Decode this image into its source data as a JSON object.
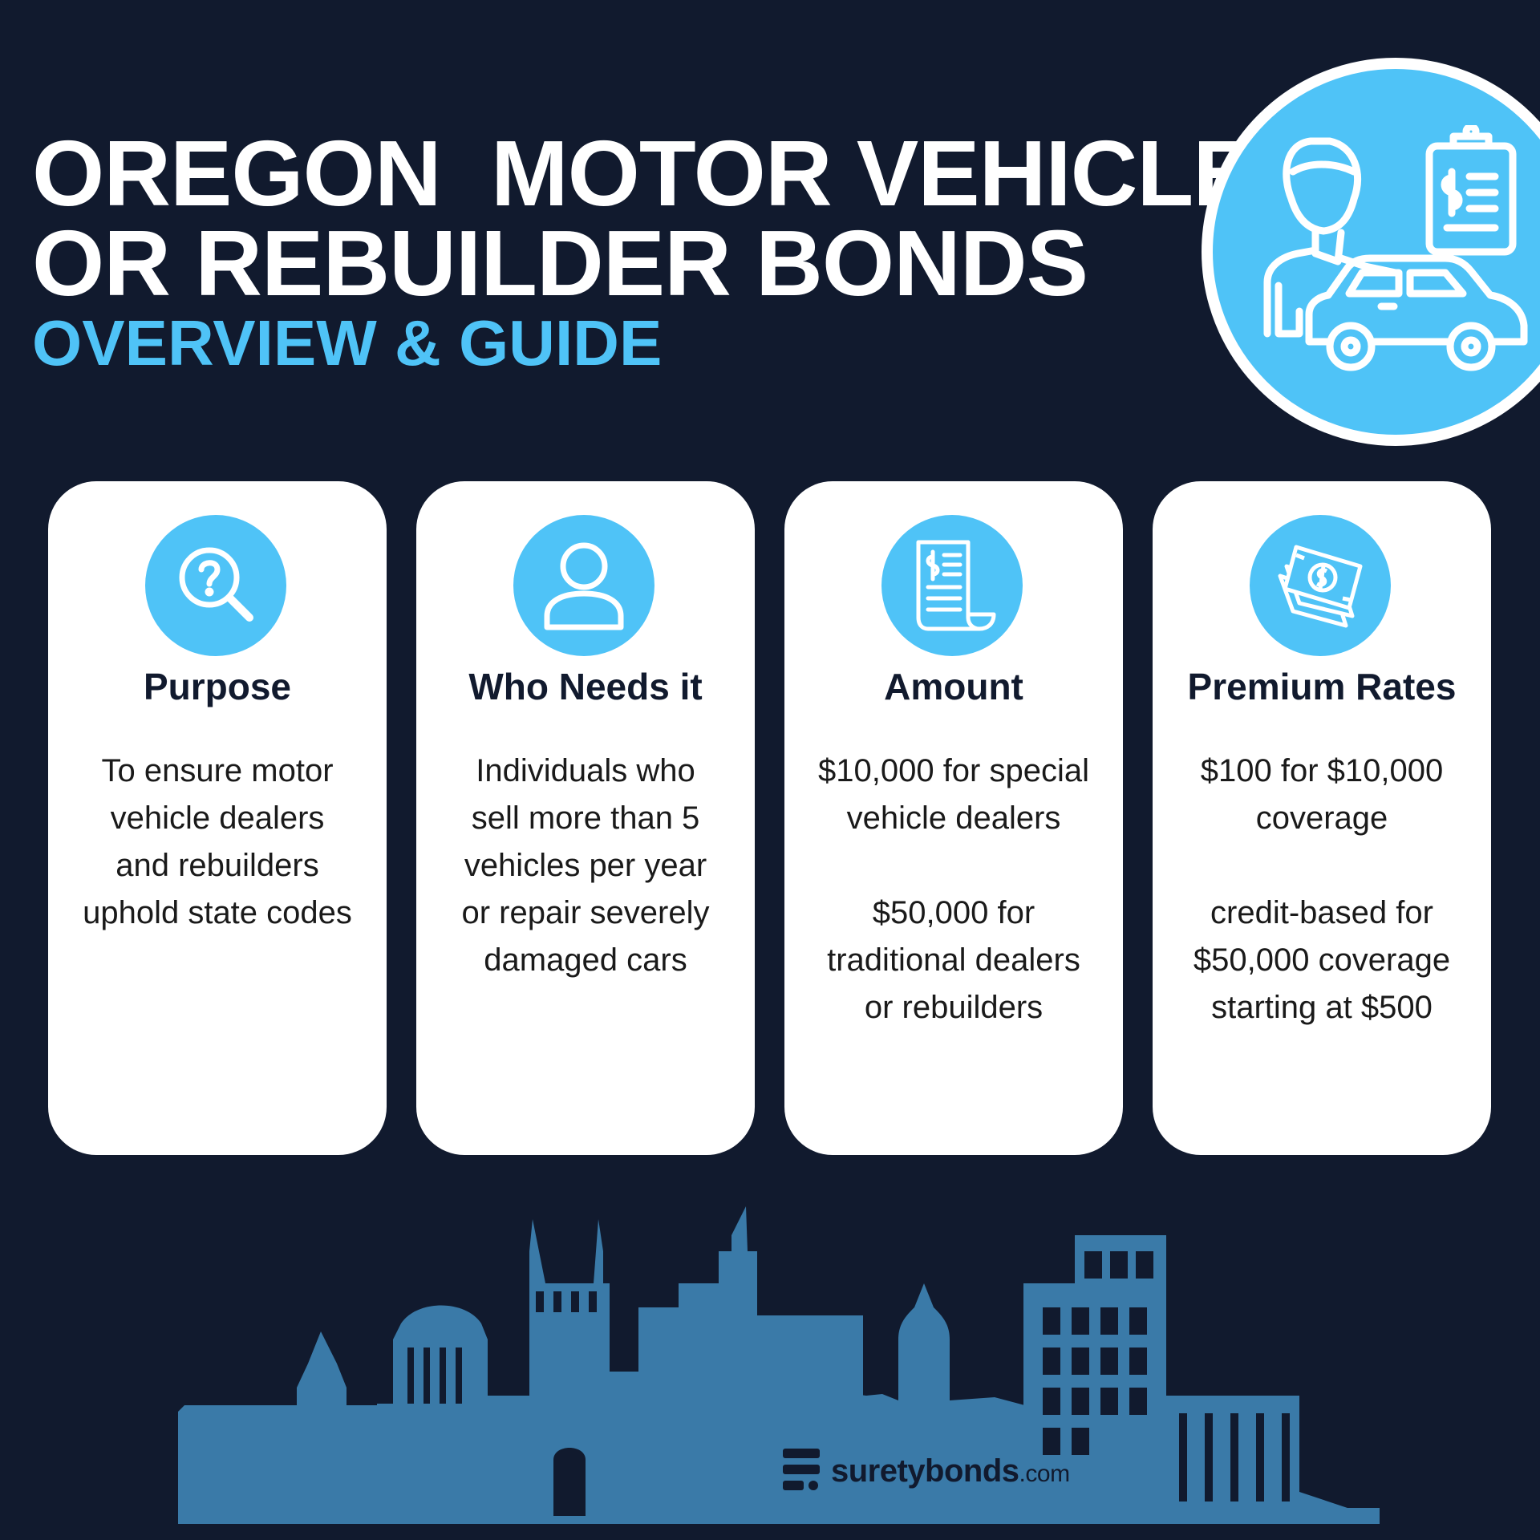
{
  "header": {
    "title_line1": "OREGON  MOTOR VEHICLE",
    "title_line2": "OR REBUILDER BONDS",
    "subtitle": "OVERVIEW & GUIDE"
  },
  "cards": [
    {
      "heading": "Purpose",
      "icon": "magnifier-question-icon",
      "text": "To ensure motor\nvehicle dealers\nand rebuilders\nuphold state codes"
    },
    {
      "heading": "Who Needs it",
      "icon": "person-icon",
      "text": "Individuals who\nsell more than 5\nvehicles per year\nor repair severely\ndamaged cars"
    },
    {
      "heading": "Amount",
      "icon": "receipt-dollar-icon",
      "text": "$10,000 for special\nvehicle dealers\n\n$50,000 for\ntraditional dealers\nor rebuilders"
    },
    {
      "heading": "Premium Rates",
      "icon": "money-bills-icon",
      "text": "$100 for $10,000\ncoverage\n\ncredit-based for\n$50,000 coverage\nstarting at $500"
    }
  ],
  "brand": {
    "name": "suretybonds",
    "tld": ".com"
  },
  "colors": {
    "background": "#111a2e",
    "accent": "#4fc3f7",
    "skyline": "#3a7aa8",
    "card": "#ffffff"
  }
}
